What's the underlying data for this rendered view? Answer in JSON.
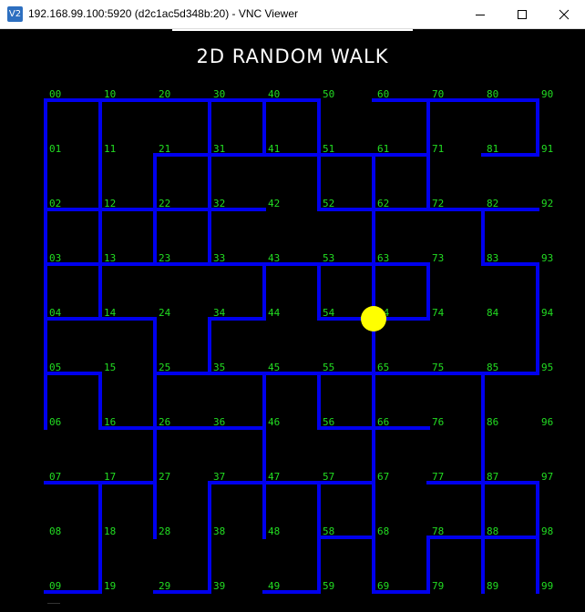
{
  "window": {
    "icon_label": "V2",
    "title": "192.168.99.100:5920 (d2c1ac5d348b:20) - VNC Viewer"
  },
  "game": {
    "title": "2D RANDOM WALK",
    "colors": {
      "background": "#000000",
      "path": "#0000ee",
      "label": "#22dd22",
      "walker": "#ffff00",
      "title": "#ffffff"
    },
    "grid": {
      "columns": 10,
      "rows": 10,
      "label_format": "column digit then row digit"
    },
    "walker_node": "64",
    "edges": [
      [
        "00",
        "10"
      ],
      [
        "10",
        "20"
      ],
      [
        "20",
        "30"
      ],
      [
        "30",
        "40"
      ],
      [
        "40",
        "50"
      ],
      [
        "60",
        "70"
      ],
      [
        "70",
        "80"
      ],
      [
        "80",
        "90"
      ],
      [
        "00",
        "01"
      ],
      [
        "01",
        "02"
      ],
      [
        "02",
        "03"
      ],
      [
        "03",
        "04"
      ],
      [
        "04",
        "05"
      ],
      [
        "05",
        "06"
      ],
      [
        "02",
        "12"
      ],
      [
        "12",
        "22"
      ],
      [
        "22",
        "32"
      ],
      [
        "32",
        "42"
      ],
      [
        "03",
        "13"
      ],
      [
        "13",
        "23"
      ],
      [
        "23",
        "33"
      ],
      [
        "33",
        "43"
      ],
      [
        "43",
        "53"
      ],
      [
        "53",
        "63"
      ],
      [
        "63",
        "73"
      ],
      [
        "04",
        "14"
      ],
      [
        "14",
        "24"
      ],
      [
        "05",
        "15"
      ],
      [
        "07",
        "17"
      ],
      [
        "17",
        "27"
      ],
      [
        "09",
        "19"
      ],
      [
        "10",
        "11"
      ],
      [
        "11",
        "12"
      ],
      [
        "12",
        "13"
      ],
      [
        "13",
        "14"
      ],
      [
        "15",
        "16"
      ],
      [
        "17",
        "18"
      ],
      [
        "18",
        "19"
      ],
      [
        "16",
        "26"
      ],
      [
        "26",
        "36"
      ],
      [
        "36",
        "46"
      ],
      [
        "21",
        "31"
      ],
      [
        "31",
        "41"
      ],
      [
        "41",
        "51"
      ],
      [
        "51",
        "61"
      ],
      [
        "61",
        "71"
      ],
      [
        "21",
        "22"
      ],
      [
        "22",
        "23"
      ],
      [
        "24",
        "25"
      ],
      [
        "25",
        "26"
      ],
      [
        "26",
        "27"
      ],
      [
        "27",
        "28"
      ],
      [
        "25",
        "35"
      ],
      [
        "35",
        "45"
      ],
      [
        "45",
        "55"
      ],
      [
        "55",
        "65"
      ],
      [
        "65",
        "75"
      ],
      [
        "75",
        "85"
      ],
      [
        "85",
        "95"
      ],
      [
        "29",
        "39"
      ],
      [
        "30",
        "31"
      ],
      [
        "31",
        "32"
      ],
      [
        "32",
        "33"
      ],
      [
        "34",
        "35"
      ],
      [
        "34",
        "44"
      ],
      [
        "37",
        "47"
      ],
      [
        "47",
        "57"
      ],
      [
        "57",
        "67"
      ],
      [
        "37",
        "38"
      ],
      [
        "38",
        "39"
      ],
      [
        "40",
        "41"
      ],
      [
        "43",
        "44"
      ],
      [
        "45",
        "46"
      ],
      [
        "46",
        "47"
      ],
      [
        "47",
        "48"
      ],
      [
        "49",
        "59"
      ],
      [
        "50",
        "51"
      ],
      [
        "51",
        "52"
      ],
      [
        "52",
        "62"
      ],
      [
        "62",
        "72"
      ],
      [
        "72",
        "82"
      ],
      [
        "82",
        "92"
      ],
      [
        "53",
        "54"
      ],
      [
        "54",
        "64"
      ],
      [
        "64",
        "74"
      ],
      [
        "56",
        "66"
      ],
      [
        "66",
        "76"
      ],
      [
        "55",
        "56"
      ],
      [
        "57",
        "58"
      ],
      [
        "58",
        "59"
      ],
      [
        "58",
        "68"
      ],
      [
        "61",
        "62"
      ],
      [
        "62",
        "63"
      ],
      [
        "63",
        "64"
      ],
      [
        "64",
        "65"
      ],
      [
        "65",
        "66"
      ],
      [
        "66",
        "67"
      ],
      [
        "67",
        "68"
      ],
      [
        "68",
        "69"
      ],
      [
        "69",
        "79"
      ],
      [
        "70",
        "71"
      ],
      [
        "71",
        "72"
      ],
      [
        "73",
        "74"
      ],
      [
        "77",
        "87"
      ],
      [
        "87",
        "97"
      ],
      [
        "78",
        "88"
      ],
      [
        "88",
        "98"
      ],
      [
        "78",
        "79"
      ],
      [
        "81",
        "91"
      ],
      [
        "82",
        "83"
      ],
      [
        "83",
        "93"
      ],
      [
        "85",
        "86"
      ],
      [
        "86",
        "87"
      ],
      [
        "87",
        "88"
      ],
      [
        "88",
        "89"
      ],
      [
        "90",
        "91"
      ],
      [
        "93",
        "94"
      ],
      [
        "94",
        "95"
      ],
      [
        "97",
        "98"
      ],
      [
        "98",
        "99"
      ]
    ]
  }
}
